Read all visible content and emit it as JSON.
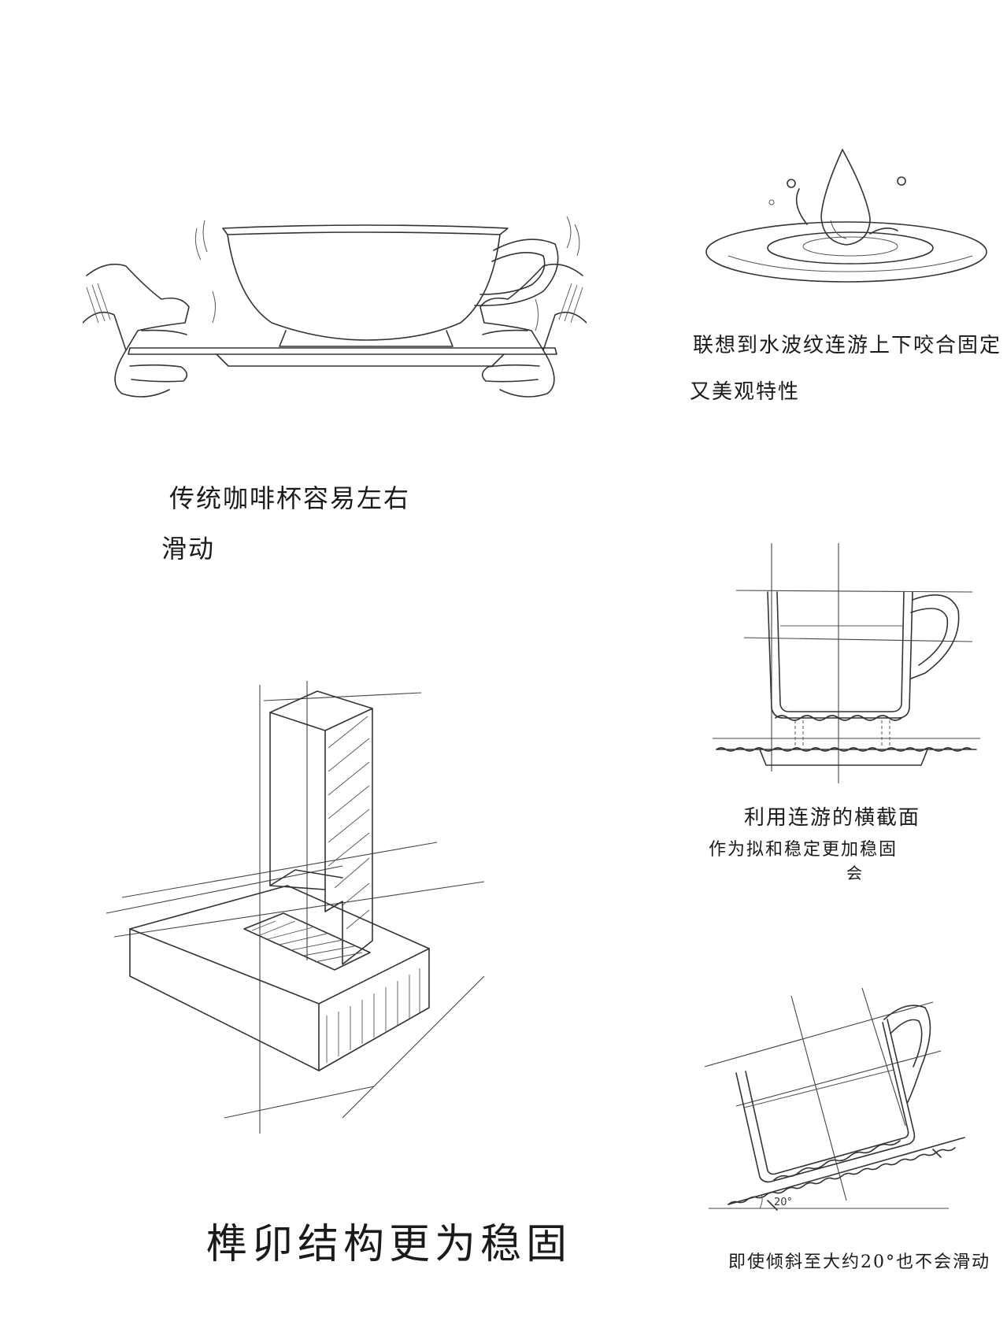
{
  "notes": {
    "cup_slides": {
      "line1": "传统咖啡杯容易左右",
      "line2": "滑动"
    },
    "ripple": {
      "line1": "联想到水波纹连游上下咬合固定",
      "line2": "又美观特性"
    },
    "cross_section": {
      "line1": "利用连游的横截面",
      "line2": "作为拟和稳定更加稳固",
      "line3": "会"
    },
    "mortise": {
      "text": "榫卯结构更为稳固"
    },
    "tilt": {
      "text": "即使倾斜至大约20°也不会滑动"
    }
  },
  "labels": {
    "angle": "20°"
  }
}
